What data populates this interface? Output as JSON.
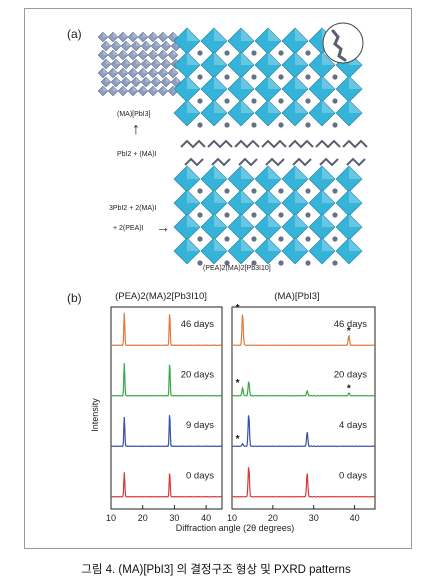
{
  "panel_a": {
    "label": "(a)",
    "structure_small_label": "(MA)[PbI3]",
    "reaction_top": "PbI2 + (MA)I",
    "reaction_bottom_1": "3PbI2 + 2(MA)I",
    "reaction_bottom_2": "+ 2(PEA)I",
    "structure_large_label": "(PEA)2(MA)2[Pb3I10]"
  },
  "panel_b": {
    "label": "(b)",
    "left_title": "(PEA)2(MA)2[Pb3I10]",
    "right_title": "(MA)[PbI3]",
    "ylabel": "Intensity",
    "xlabel": "Diffraction angle (2θ degrees)",
    "left_ticks": [
      "10",
      "20",
      "30",
      "40"
    ],
    "right_ticks": [
      "10",
      "20",
      "30",
      "40"
    ]
  },
  "caption": "그림 4. (MA)[PbI3] 의 결정구조 형상 및 PXRD patterns",
  "chart_data": [
    {
      "type": "line",
      "title": "(PEA)2(MA)2[Pb3I10]",
      "xlabel": "Diffraction angle (2θ degrees)",
      "ylabel": "Intensity",
      "xlim": [
        10,
        45
      ],
      "series": [
        {
          "name": "46 days",
          "color": "#e07a3c",
          "peaks": [
            [
              14.2,
              1.0
            ],
            [
              28.5,
              1.0
            ]
          ]
        },
        {
          "name": "20 days",
          "color": "#3aa84a",
          "peaks": [
            [
              14.2,
              1.0
            ],
            [
              28.5,
              1.0
            ]
          ]
        },
        {
          "name": "9 days",
          "color": "#3850a8",
          "peaks": [
            [
              14.2,
              0.9
            ],
            [
              28.5,
              1.0
            ]
          ]
        },
        {
          "name": "0 days",
          "color": "#d83a3a",
          "peaks": [
            [
              14.2,
              0.75
            ],
            [
              28.5,
              0.75
            ]
          ]
        }
      ]
    },
    {
      "type": "line",
      "title": "(MA)[PbI3]",
      "xlabel": "Diffraction angle (2θ degrees)",
      "ylabel": "Intensity",
      "xlim": [
        10,
        45
      ],
      "series": [
        {
          "name": "46 days",
          "color": "#e07a3c",
          "peaks": [
            [
              12.6,
              1.0
            ],
            [
              38.6,
              0.3
            ]
          ],
          "star_peaks": [
            12.6,
            38.6
          ]
        },
        {
          "name": "20 days",
          "color": "#3aa84a",
          "peaks": [
            [
              12.6,
              0.25
            ],
            [
              14.1,
              0.45
            ],
            [
              28.4,
              0.15
            ],
            [
              38.6,
              0.08
            ]
          ],
          "star_peaks": [
            12.6,
            38.6
          ]
        },
        {
          "name": "4 days",
          "color": "#3850a8",
          "peaks": [
            [
              12.6,
              0.08
            ],
            [
              14.1,
              1.0
            ],
            [
              28.4,
              0.45
            ]
          ],
          "star_peaks": [
            12.6
          ]
        },
        {
          "name": "0 days",
          "color": "#d83a3a",
          "peaks": [
            [
              14.1,
              0.95
            ],
            [
              28.4,
              0.75
            ]
          ],
          "star_peaks": []
        }
      ]
    }
  ]
}
